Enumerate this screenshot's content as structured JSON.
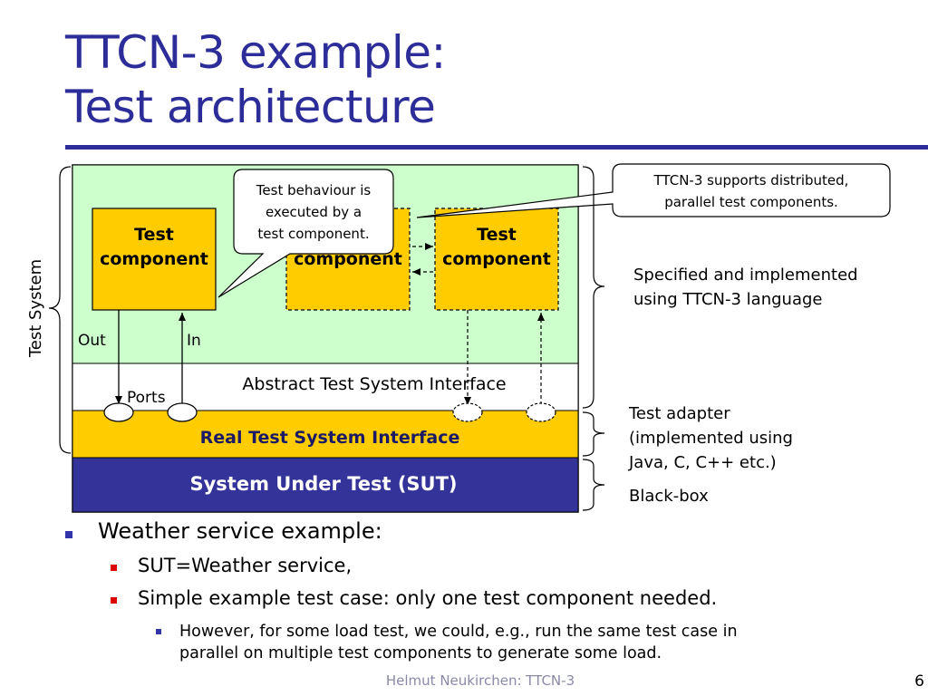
{
  "slide": {
    "title_line1": "TTCN-3 example:",
    "title_line2": "Test architecture",
    "footer": "Helmut Neukirchen: TTCN-3",
    "page_number": "6"
  },
  "diagram": {
    "test_system_label": "Test System",
    "test_component_1": [
      "Test",
      "component"
    ],
    "test_component_2": [
      "component"
    ],
    "test_component_3": [
      "Test",
      "component"
    ],
    "callout_behaviour": [
      "Test behaviour is",
      "executed by a",
      "test component."
    ],
    "callout_distributed": [
      "TTCN-3 supports distributed,",
      "parallel test components."
    ],
    "port_out": "Out",
    "port_in": "In",
    "ports_label": "Ports",
    "atsi_label": "Abstract Test System Interface",
    "rtsi_label": "Real Test System Interface",
    "sut_label": "System Under Test (SUT)",
    "note_specified": [
      "Specified and implemented",
      "using TTCN-3 language"
    ],
    "note_adapter": [
      "Test adapter",
      "(implemented using",
      "Java, C, C++ etc.)"
    ],
    "note_blackbox": "Black-box",
    "colors": {
      "green_area": "#ccffcc",
      "component_fill": "#ffcc00",
      "sut_fill": "#333399",
      "title_blue": "#2d2d99"
    }
  },
  "bullets": {
    "level1": "Weather service example:",
    "level2a": "SUT=Weather service,",
    "level2b": "Simple example test case: only one test component needed.",
    "level3_line1": "However, for some load test, we could, e.g., run the same test case in",
    "level3_line2": "parallel on multiple test components to generate some load."
  }
}
